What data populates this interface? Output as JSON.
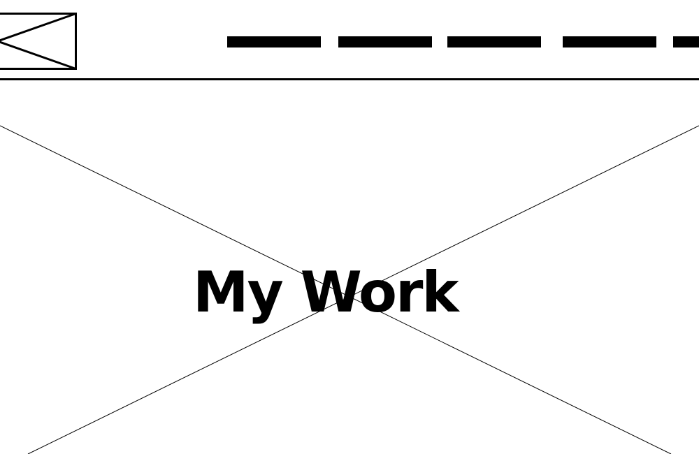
{
  "header": {
    "logo_icon": "image-placeholder-icon",
    "nav_icon": "menu-placeholder-icon",
    "nav_items": [
      {
        "name": "nav-item-1"
      },
      {
        "name": "nav-item-2"
      },
      {
        "name": "nav-item-3"
      },
      {
        "name": "nav-item-4"
      },
      {
        "name": "nav-item-5"
      }
    ]
  },
  "hero": {
    "title": "My Work",
    "image_icon": "image-placeholder-icon"
  },
  "colors": {
    "foreground": "#000000",
    "background": "#ffffff"
  }
}
